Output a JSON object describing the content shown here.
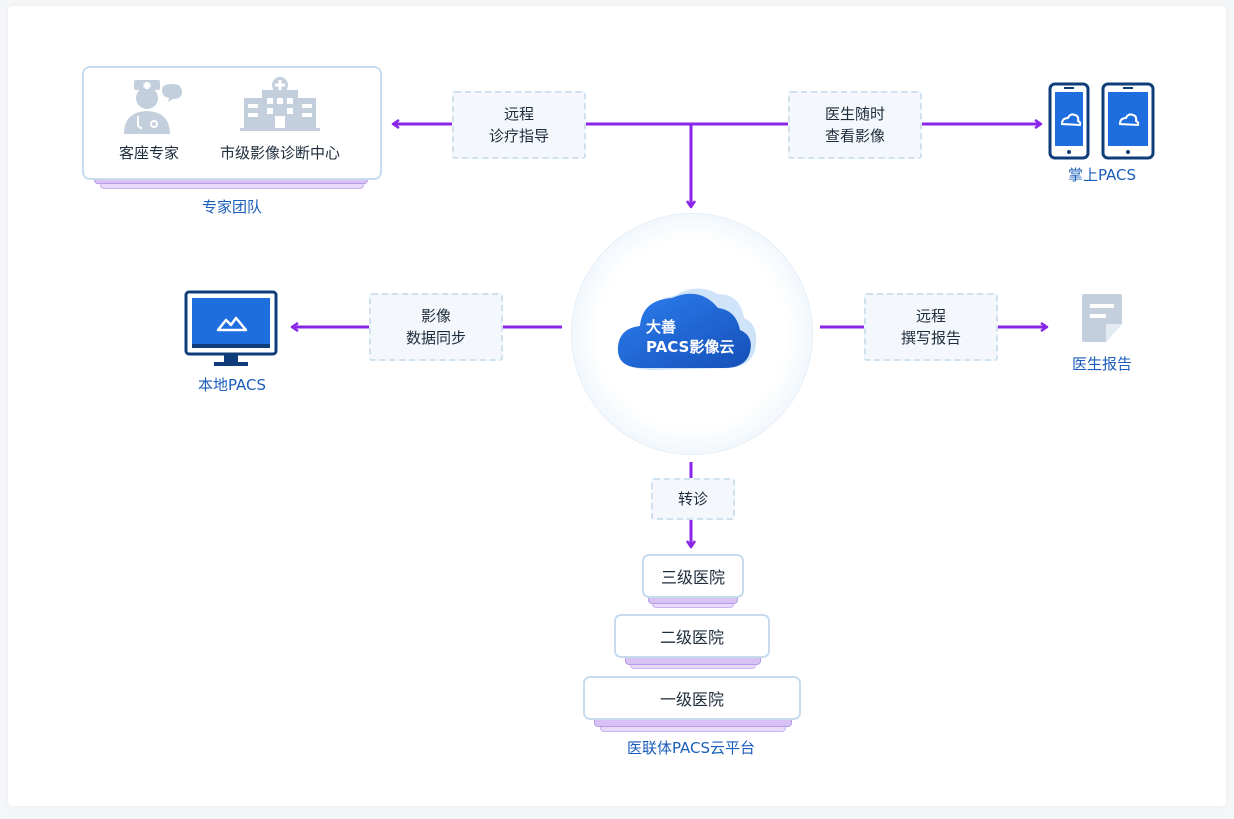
{
  "center": {
    "line1": "大善",
    "line2": "PACS影像云"
  },
  "expert_team": {
    "caption": "专家团队",
    "item1": "客座专家",
    "item2": "市级影像诊断中心"
  },
  "edges": {
    "remote_guidance": {
      "line1": "远程",
      "line2": "诊疗指导"
    },
    "doctor_view": {
      "line1": "医生随时",
      "line2": "查看影像"
    },
    "image_sync": {
      "line1": "影像",
      "line2": "数据同步"
    },
    "remote_report": {
      "line1": "远程",
      "line2": "撰写报告"
    },
    "referral": {
      "label": "转诊"
    }
  },
  "nodes": {
    "mobile_pacs": "掌上PACS",
    "local_pacs": "本地PACS",
    "doctor_report": "医生报告"
  },
  "hospital_platform": {
    "tiers": [
      "三级医院",
      "二级医院",
      "一级医院"
    ],
    "caption": "医联体PACS云平台"
  },
  "colors": {
    "arrow": "#8a26e8",
    "node_blue": "#1b5dbb",
    "box_border": "#c8dbec",
    "icon_gray": "#c3cfdc"
  }
}
